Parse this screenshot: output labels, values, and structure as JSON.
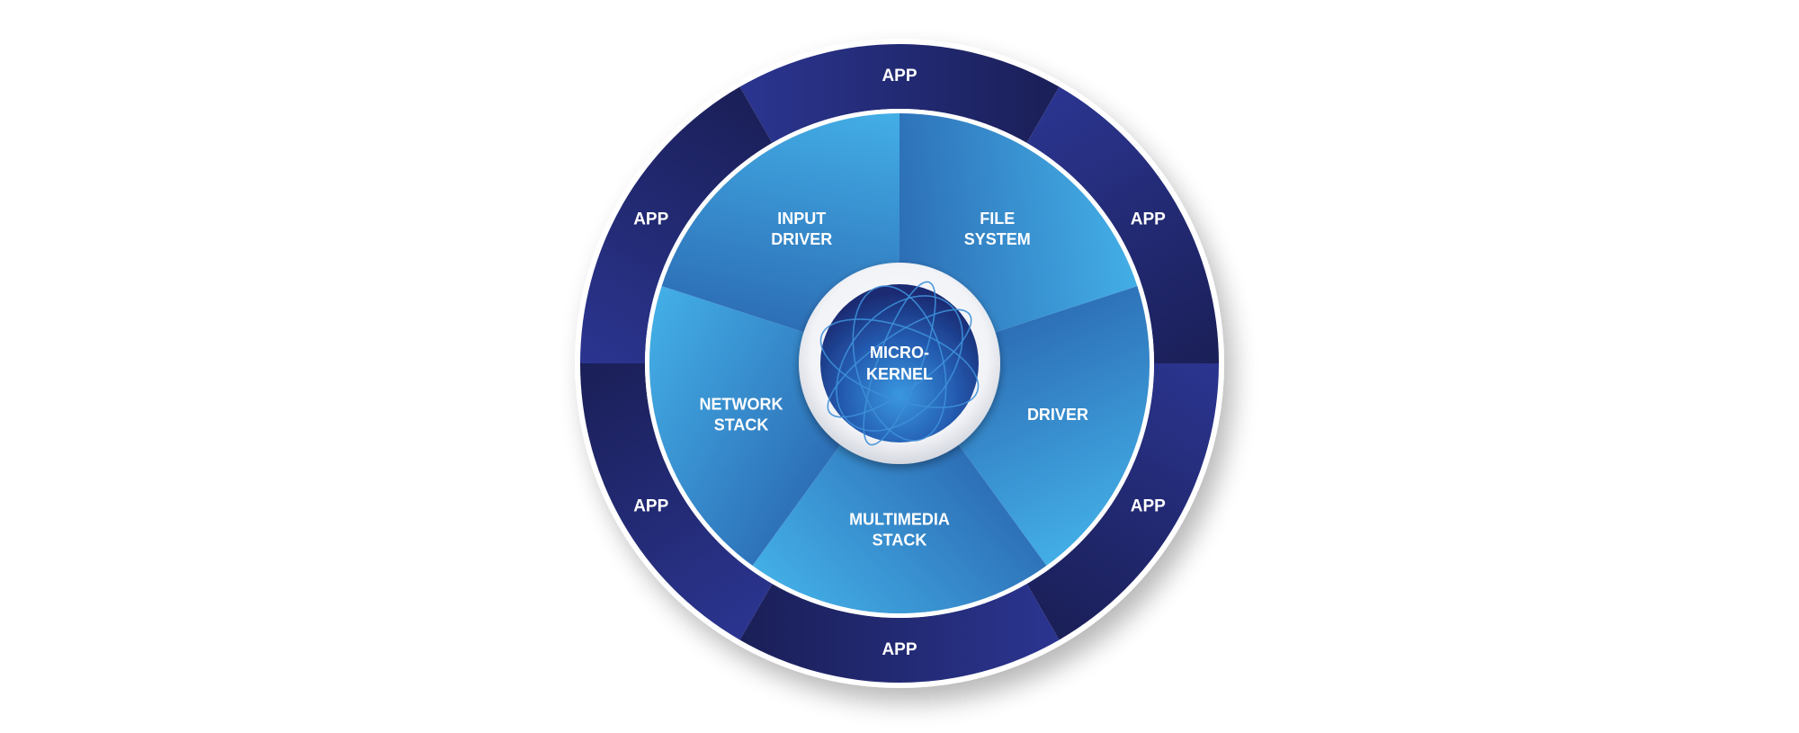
{
  "diagram": {
    "core": {
      "lines": [
        "MICRO-",
        "KERNEL"
      ]
    },
    "services": [
      {
        "lines": [
          "FILE",
          "SYSTEM"
        ]
      },
      {
        "lines": [
          "DRIVER"
        ]
      },
      {
        "lines": [
          "MULTIMEDIA",
          "STACK"
        ]
      },
      {
        "lines": [
          "NETWORK",
          "STACK"
        ]
      },
      {
        "lines": [
          "INPUT",
          "DRIVER"
        ]
      }
    ],
    "apps": [
      {
        "label": "APP"
      },
      {
        "label": "APP"
      },
      {
        "label": "APP"
      },
      {
        "label": "APP"
      },
      {
        "label": "APP"
      },
      {
        "label": "APP"
      }
    ],
    "colors": {
      "outer_ring_light": "#2b3590",
      "outer_ring_dark": "#1a1f57",
      "inner_sector_light": "#43aee6",
      "inner_sector_dark": "#2c6db5",
      "core_light": "#2f86d2",
      "core_dark": "#1a2a72",
      "separator": "#ffffff",
      "core_rim": "#e6e8ee"
    },
    "icons": {
      "core": "globe-orbit-icon"
    }
  }
}
